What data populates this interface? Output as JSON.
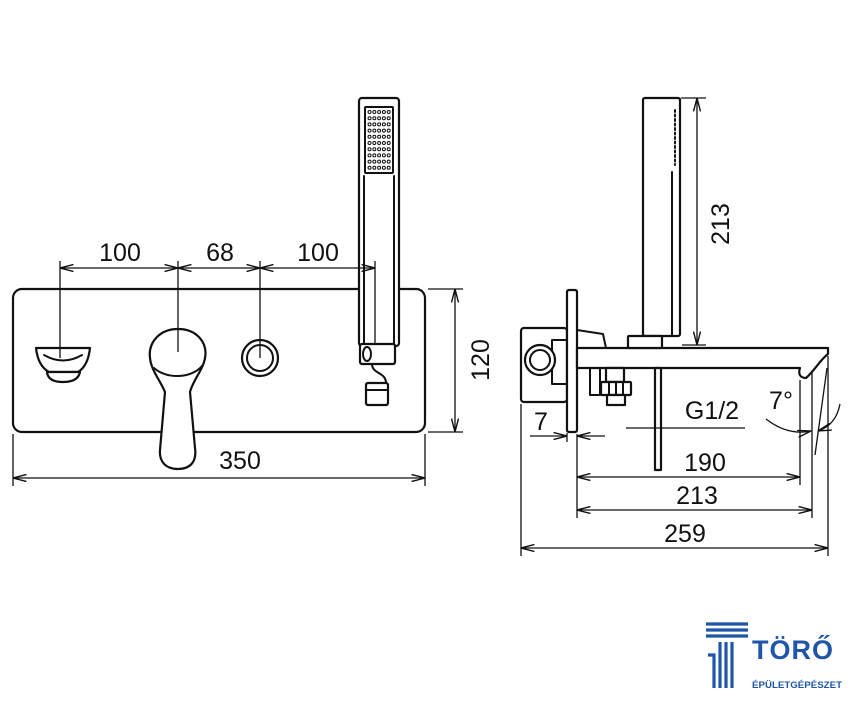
{
  "front_view": {
    "spacing_left": "100",
    "spacing_middle": "68",
    "spacing_right": "100",
    "height": "120",
    "width": "350"
  },
  "side_view": {
    "hand_shower_length": "213",
    "wall_plate": "7",
    "thread": "G1/2",
    "spout_angle": "7°",
    "depth_190": "190",
    "depth_213": "213",
    "depth_259": "259"
  },
  "logo": {
    "name": "TÖRŐ",
    "tagline": "ÉPÜLETGÉPÉSZET"
  },
  "colors": {
    "line": "#111111",
    "brand": "#1f56a8",
    "background": "#ffffff"
  }
}
